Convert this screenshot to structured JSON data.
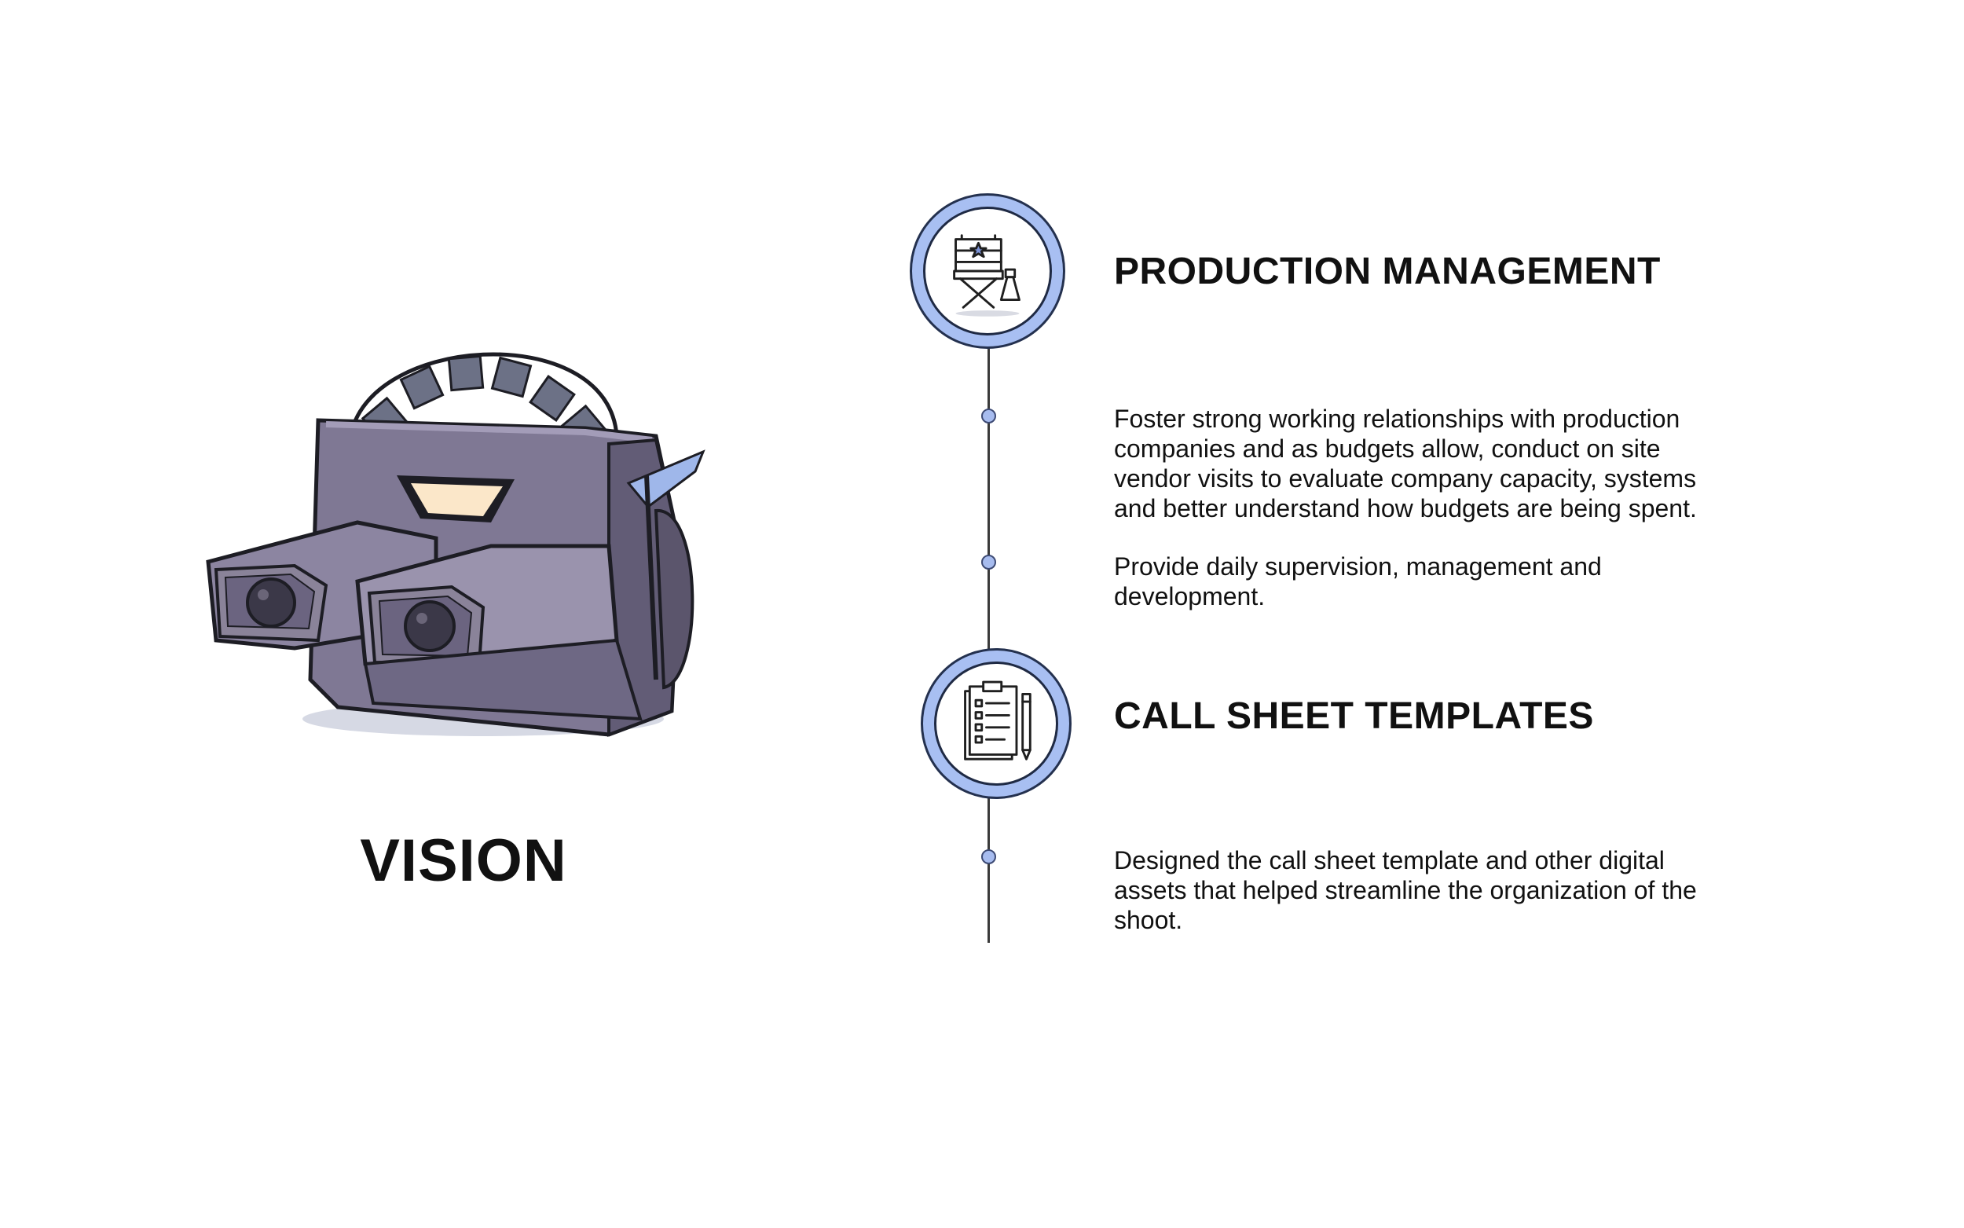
{
  "left": {
    "illustration_icon": "stereo-viewer-illustration",
    "title": "VISION"
  },
  "timeline": {
    "line_color": "#3a3a3a",
    "ring_color": "#a8bff2",
    "dot_color": "#a7bcef"
  },
  "sections": [
    {
      "icon": "directors-chair-icon",
      "title": "PRODUCTION MANAGEMENT",
      "paragraphs": [
        "Foster strong working relationships with production companies and as budgets allow, conduct on site vendor visits to evaluate company capacity, systems and better understand how budgets are being spent.",
        "Provide daily supervision, management and development."
      ]
    },
    {
      "icon": "clipboard-checklist-icon",
      "title": "CALL SHEET TEMPLATES",
      "paragraphs": [
        "Designed the call sheet template and other digital assets that helped streamline the organization of the shoot."
      ]
    }
  ]
}
